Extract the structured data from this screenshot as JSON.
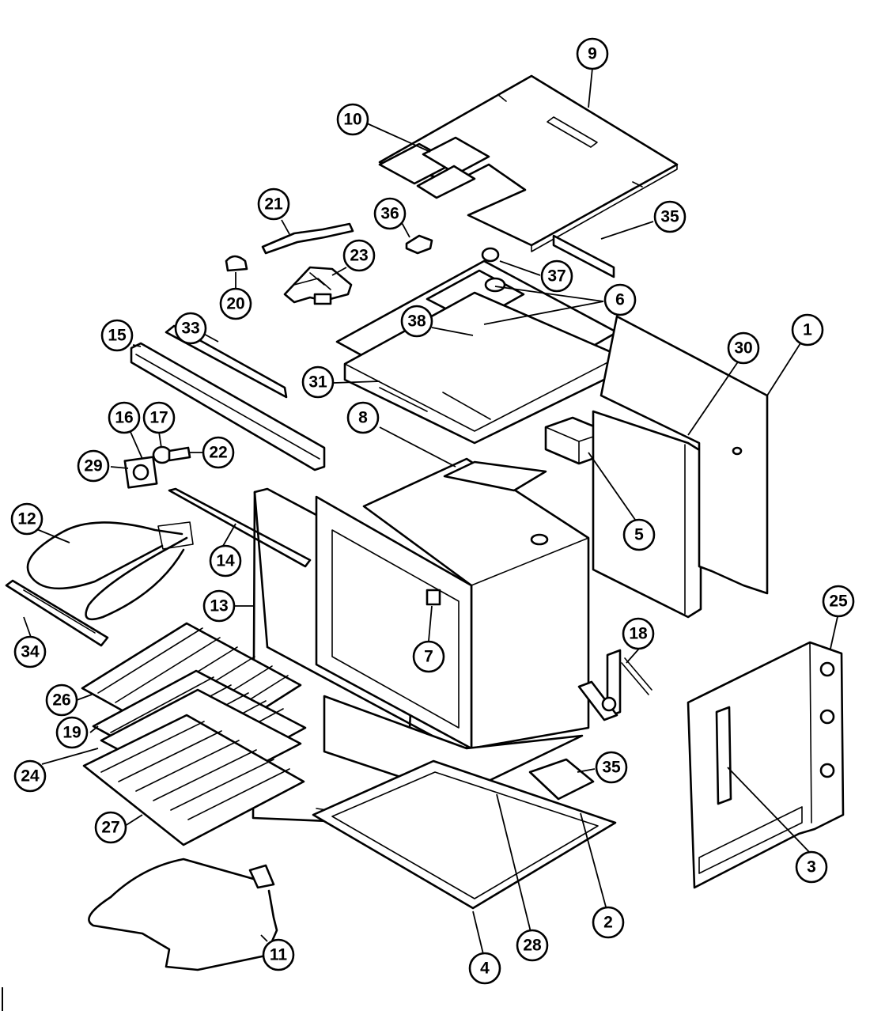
{
  "diagram": {
    "type": "exploded-parts-view",
    "callouts": [
      {
        "id": "c1",
        "label": "1"
      },
      {
        "id": "c2",
        "label": "2"
      },
      {
        "id": "c3",
        "label": "3"
      },
      {
        "id": "c4",
        "label": "4"
      },
      {
        "id": "c5",
        "label": "5"
      },
      {
        "id": "c6",
        "label": "6"
      },
      {
        "id": "c7",
        "label": "7"
      },
      {
        "id": "c8",
        "label": "8"
      },
      {
        "id": "c9",
        "label": "9"
      },
      {
        "id": "c10",
        "label": "10"
      },
      {
        "id": "c11",
        "label": "11"
      },
      {
        "id": "c12",
        "label": "12"
      },
      {
        "id": "c13",
        "label": "13"
      },
      {
        "id": "c14",
        "label": "14"
      },
      {
        "id": "c15",
        "label": "15"
      },
      {
        "id": "c16",
        "label": "16"
      },
      {
        "id": "c17",
        "label": "17"
      },
      {
        "id": "c18",
        "label": "18"
      },
      {
        "id": "c19",
        "label": "19"
      },
      {
        "id": "c20",
        "label": "20"
      },
      {
        "id": "c21",
        "label": "21"
      },
      {
        "id": "c22",
        "label": "22"
      },
      {
        "id": "c23",
        "label": "23"
      },
      {
        "id": "c24",
        "label": "24"
      },
      {
        "id": "c25",
        "label": "25"
      },
      {
        "id": "c26",
        "label": "26"
      },
      {
        "id": "c27",
        "label": "27"
      },
      {
        "id": "c28",
        "label": "28"
      },
      {
        "id": "c29",
        "label": "29"
      },
      {
        "id": "c30",
        "label": "30"
      },
      {
        "id": "c31",
        "label": "31"
      },
      {
        "id": "c33",
        "label": "33"
      },
      {
        "id": "c34",
        "label": "34"
      },
      {
        "id": "c35a",
        "label": "35"
      },
      {
        "id": "c35b",
        "label": "35"
      },
      {
        "id": "c36",
        "label": "36"
      },
      {
        "id": "c37",
        "label": "37"
      },
      {
        "id": "c38",
        "label": "38"
      }
    ]
  }
}
